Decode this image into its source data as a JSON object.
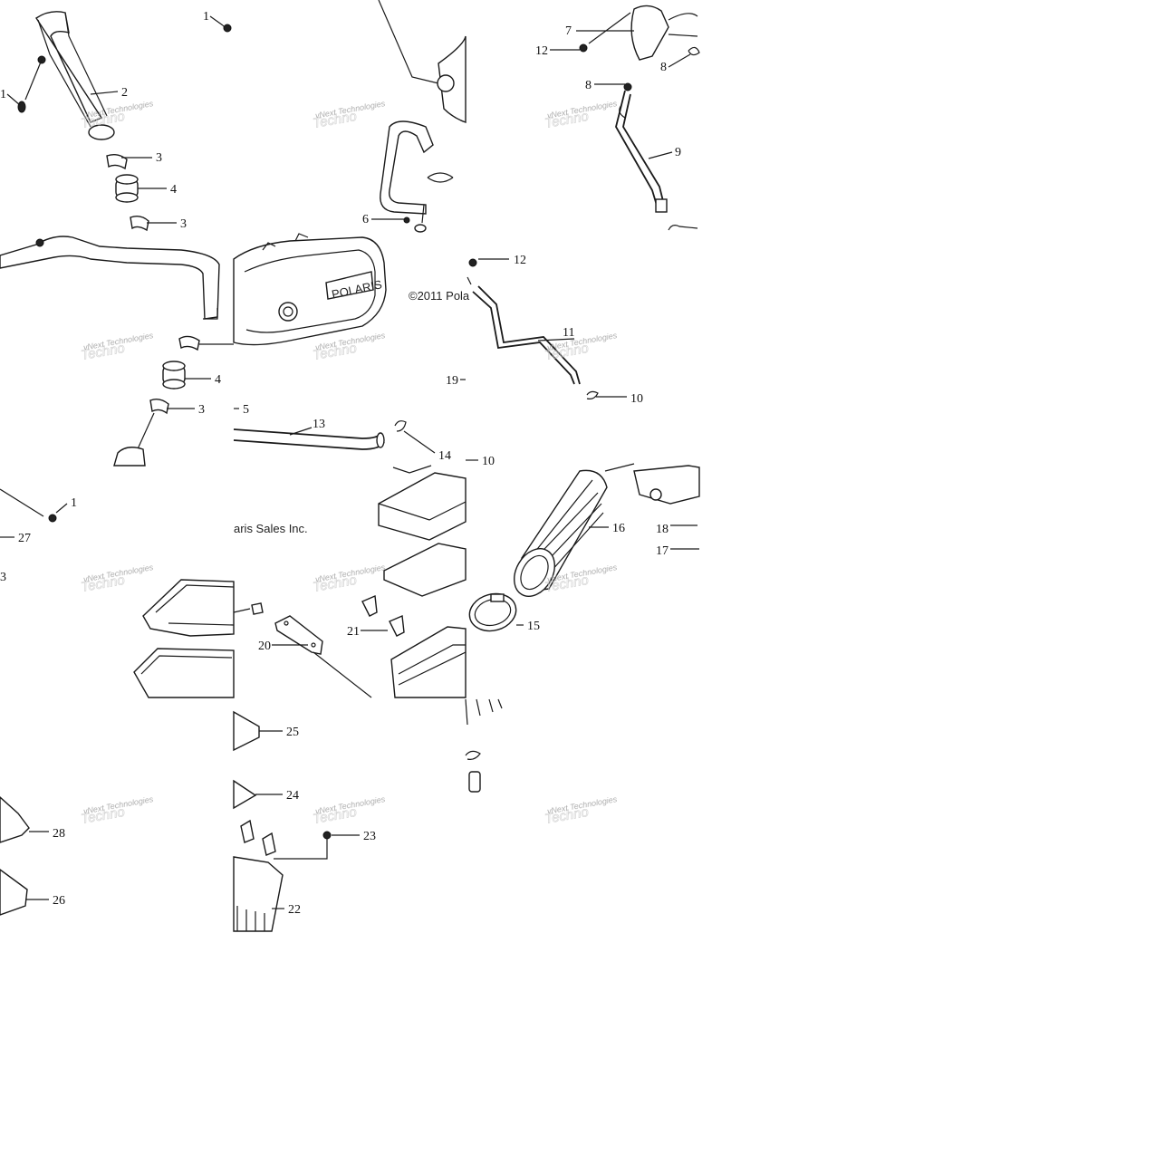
{
  "copyright_left": "©2011 Pola",
  "copyright_right": "aris Sales Inc.",
  "logo_text": "POLARIS",
  "watermark_text": "vNext Technologies",
  "callouts": {
    "c1a": "1",
    "c1b": "1",
    "c1c": "1",
    "c2": "2",
    "c3a": "3",
    "c3b": "3",
    "c3c": "3",
    "c3d": "3",
    "c4a": "4",
    "c4b": "4",
    "c5": "5",
    "c6": "6",
    "c7": "7",
    "c8a": "8",
    "c8b": "8",
    "c9": "9",
    "c10a": "10",
    "c10b": "10",
    "c11": "11",
    "c12a": "12",
    "c12b": "12",
    "c13": "13",
    "c14": "14",
    "c15": "15",
    "c16": "16",
    "c17": "17",
    "c18": "18",
    "c19": "19",
    "c20": "20",
    "c21": "21",
    "c22": "22",
    "c23": "23",
    "c24": "24",
    "c25": "25",
    "c26": "26",
    "c27": "27",
    "c28": "28"
  }
}
